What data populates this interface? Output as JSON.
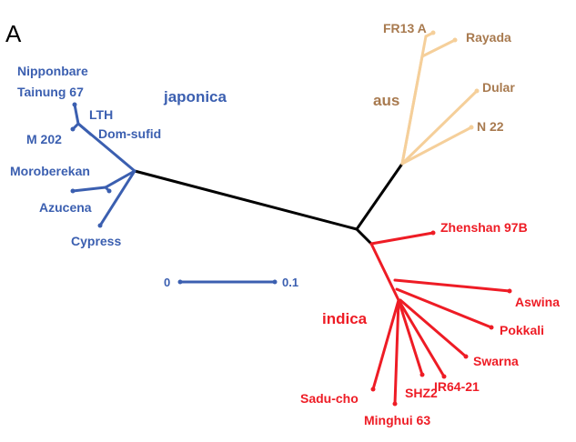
{
  "panel_label": "A",
  "colors": {
    "japonica": "#3b5fb0",
    "aus": "#f5cf9a",
    "aus_text": "#a87a4f",
    "indica": "#ee1c25",
    "backbone": "#000000"
  },
  "groups": {
    "japonica": "japonica",
    "aus": "aus",
    "indica": "indica"
  },
  "taxa": {
    "japonica": [
      "Nipponbare",
      "Tainung 67",
      "LTH",
      "M 202",
      "Dom-sufid",
      "Moroberekan",
      "Azucena",
      "Cypress"
    ],
    "aus": [
      "FR13 A",
      "Rayada",
      "Dular",
      "N 22"
    ],
    "indica": [
      "Zhenshan 97B",
      "Aswina",
      "Pokkali",
      "Swarna",
      "IR64-21",
      "SHZ2",
      "Minghui 63",
      "Sadu-cho"
    ]
  },
  "scale_bar": {
    "min_label": "0",
    "max_label": "0.1"
  }
}
